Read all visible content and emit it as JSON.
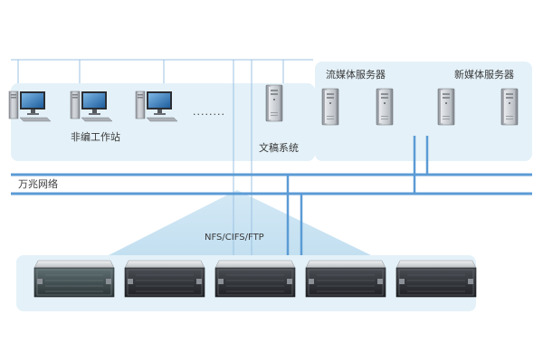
{
  "labels": {
    "non_edit_workstation": "非编工作站",
    "manuscript_system": "文稿系统",
    "streaming_servers": "流媒体服务器",
    "new_media_servers": "新媒体服务器",
    "gigabit_network": "万兆网络",
    "protocols": "NFS/CIFS/FTP",
    "ellipsis": "........"
  },
  "colors": {
    "panel_fill": "#e4f1f8",
    "network_line": "#5b9bd5",
    "thin_line": "#7fb0d8",
    "funnel": "#cfe6f4",
    "text": "#3a3a3a"
  },
  "icons": {
    "workstation": "desktop-computer-icon",
    "server": "tower-server-icon",
    "storage": "rack-storage-array-icon"
  }
}
